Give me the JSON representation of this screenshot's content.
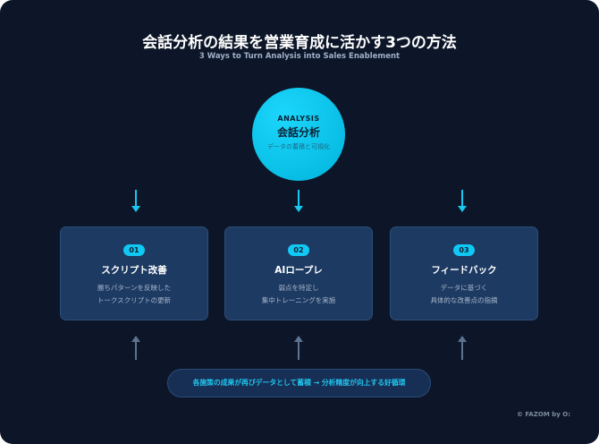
{
  "title": "会話分析の結果を営業育成に活かす3つの方法",
  "subtitle": "3 Ways to Turn Analysis into Sales Enablement",
  "center": {
    "label_en": "ANALYSIS",
    "label_jp": "会話分析",
    "desc": "データの蓄積と可視化"
  },
  "cards": [
    {
      "num": "01",
      "title": "スクリプト改善",
      "desc1": "勝ちパターンを反映した",
      "desc2": "トークスクリプトの更新"
    },
    {
      "num": "02",
      "title": "AIロープレ",
      "desc1": "弱点を特定し",
      "desc2": "集中トレーニングを実施"
    },
    {
      "num": "03",
      "title": "フィードバック",
      "desc1": "データに基づく",
      "desc2": "具体的な改善点の指摘"
    }
  ],
  "loop_text": "各施策の成果が再びデータとして蓄積 → 分析精度が向上する好循環",
  "footer": "© FAZOM by O:"
}
